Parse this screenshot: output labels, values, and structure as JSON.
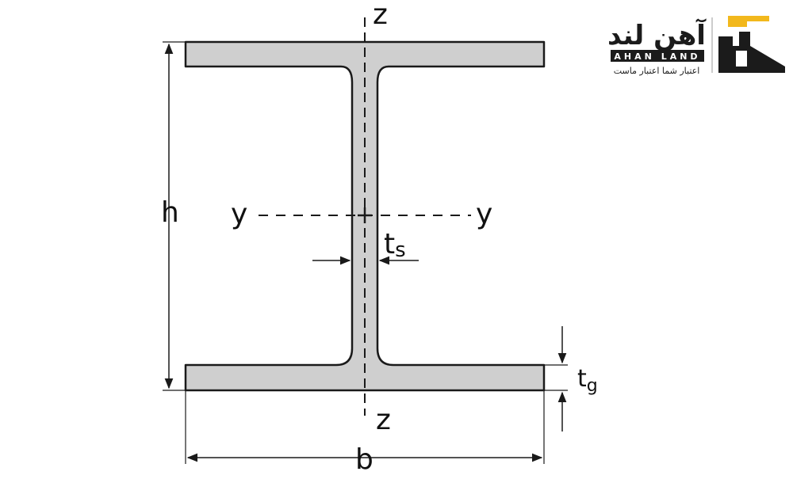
{
  "diagram": {
    "labels": {
      "z_top": "z",
      "z_bottom": "z",
      "y_left": "y",
      "y_right": "y",
      "h": "h",
      "b": "b",
      "t_s_main": "t",
      "t_s_sub": "s",
      "t_g_main": "t",
      "t_g_sub": "g"
    }
  },
  "logo": {
    "name_fa": "آهن لند",
    "name_en": "AHAN LAND",
    "tagline_fa": "اعتبار شما اعتبار ماست"
  },
  "colors": {
    "section_fill": "#cfcfcf",
    "outline": "#1a1a1a",
    "logo_dark": "#1b1b1b",
    "logo_accent": "#f2b81c"
  }
}
